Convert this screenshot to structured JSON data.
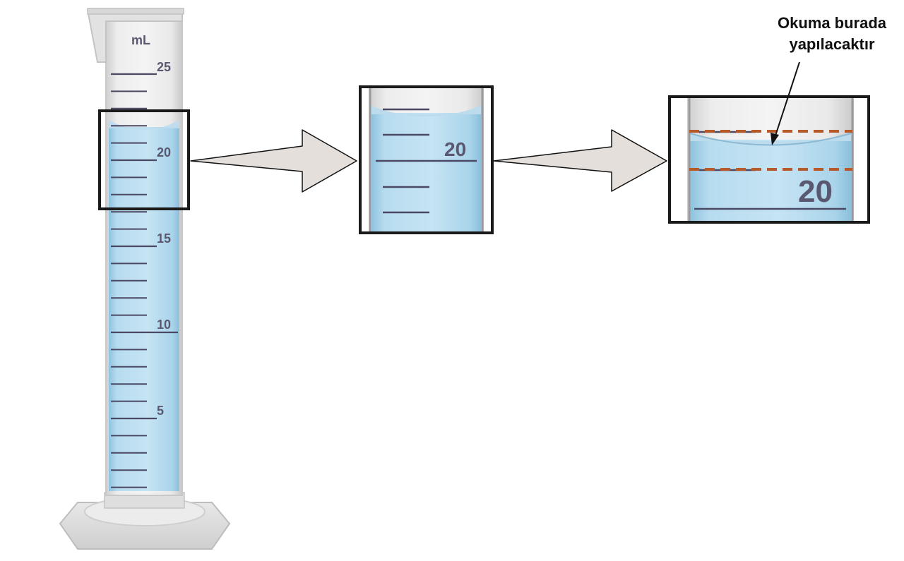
{
  "cylinder": {
    "unit_label": "mL",
    "scale_labels": [
      "25",
      "20",
      "15",
      "10",
      "5"
    ]
  },
  "zoom_view_1": {
    "scale_label": "20"
  },
  "zoom_view_2": {
    "scale_label": "20"
  },
  "annotation": {
    "line1": "Okuma burada",
    "line2": "yapılacaktır"
  },
  "colors": {
    "liquid": "#a9d4ea",
    "glass": "#e6e6e6",
    "tick": "#4b4863",
    "label": "#5a5770",
    "frame": "#1a1a1a",
    "arrow_fill": "#e4dfdb",
    "arrow_stroke": "#111111",
    "meniscus_marker": "#b65a2a"
  }
}
